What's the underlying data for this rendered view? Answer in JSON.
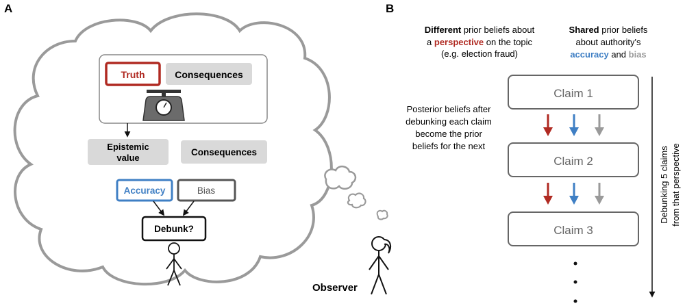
{
  "panel_a": {
    "letter": "A",
    "box_truth": "Truth",
    "box_consequences_top": "Consequences",
    "box_epistemic_line1": "Epistemic",
    "box_epistemic_line2": "value",
    "box_consequences_mid": "Consequences",
    "box_accuracy": "Accuracy",
    "box_bias": "Bias",
    "box_debunk": "Debunk?",
    "observer_label": "Observer"
  },
  "panel_b": {
    "letter": "B",
    "header_left": {
      "line1_bold": "Different",
      "line1_rest": " prior beliefs about",
      "line2_pre": "a ",
      "line2_colored": "perspective",
      "line2_post": " on the topic",
      "line3": "(e.g. election fraud)"
    },
    "header_right": {
      "line1_bold": "Shared",
      "line1_rest": " prior beliefs",
      "line2": "about authority's",
      "line3_colored1": "accuracy",
      "line3_mid": " and ",
      "line3_colored2": "bias"
    },
    "posterior_text": [
      "Posterior beliefs after",
      "debunking each claim",
      "become the prior",
      "beliefs for the next"
    ],
    "claims": [
      "Claim 1",
      "Claim 2",
      "Claim 3"
    ],
    "side_label_line1": "Debunking 5 claims",
    "side_label_line2": "from that perspective"
  },
  "colors": {
    "truth_red": "#b02a22",
    "accuracy_blue": "#3f7fc4",
    "bias_gray": "#9a9a9a",
    "box_gray": "#d9d9d9",
    "outline": "#555555"
  }
}
